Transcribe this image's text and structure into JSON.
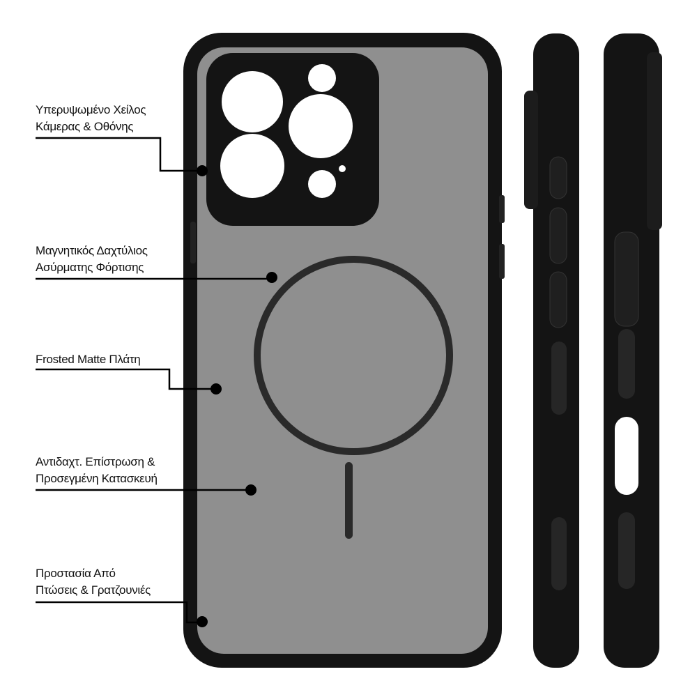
{
  "callouts": [
    {
      "line1": "Υπερυψωμένο Χείλος",
      "line2": "Κάμερας & Οθόνης"
    },
    {
      "line1": "Μαγνητικός Δαχτύλιος",
      "line2": "Ασύρματης Φόρτισης"
    },
    {
      "line1": "Frosted Matte Πλάτη",
      "line2": ""
    },
    {
      "line1": "Αντιδαχτ. Επίστρωση &",
      "line2": "Προσεγμένη Κατασκευή"
    },
    {
      "line1": "Προστασία Από",
      "line2": "Πτώσεις & Γρατζουνιές"
    }
  ],
  "colors": {
    "case_black": "#141414",
    "frosted_back": "#8f8f8f",
    "ring": "#2a2a2a"
  }
}
